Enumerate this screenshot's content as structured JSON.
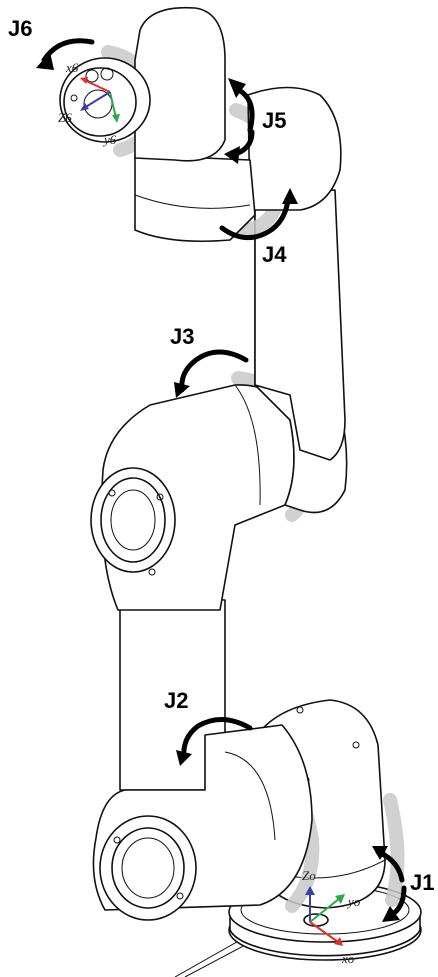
{
  "joints": [
    {
      "id": "j1",
      "label": "J1"
    },
    {
      "id": "j2",
      "label": "J2"
    },
    {
      "id": "j3",
      "label": "J3"
    },
    {
      "id": "j4",
      "label": "J4"
    },
    {
      "id": "j5",
      "label": "J5"
    },
    {
      "id": "j6",
      "label": "J6"
    }
  ],
  "base_frame": {
    "x": "xo",
    "y": "yo",
    "z": "Zo"
  },
  "tool_frame": {
    "x": "x6",
    "y": "y6",
    "z": "Z6"
  },
  "colors": {
    "x_axis": "#e0302a",
    "y_axis": "#2ea84a",
    "z_axis": "#3b3fa6",
    "halo": "#c9c9c9"
  }
}
